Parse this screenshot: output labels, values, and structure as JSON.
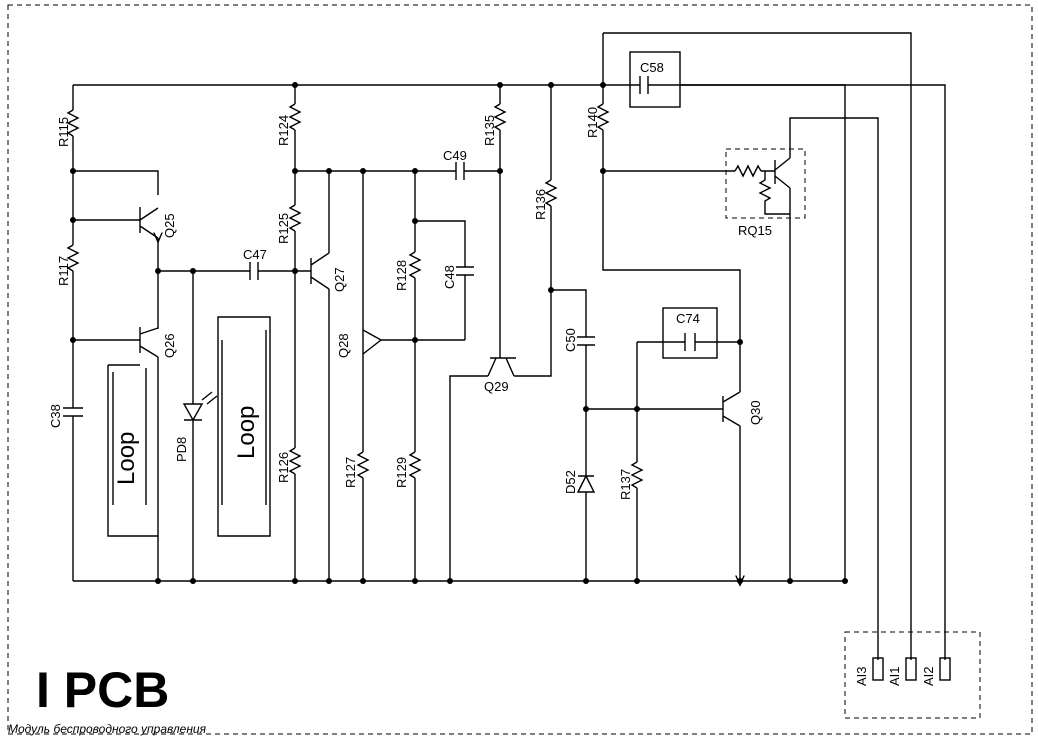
{
  "title": "I PCB",
  "subtitle": "Модуль беспроводного управления",
  "labels": {
    "R115": "R115",
    "R117": "R117",
    "C38": "C38",
    "Q25": "Q25",
    "Q26": "Q26",
    "PD8": "PD8",
    "C47": "C47",
    "R124": "R124",
    "R125": "R125",
    "R126": "R126",
    "Q27": "Q27",
    "Q28": "Q28",
    "R127": "R127",
    "R128": "R128",
    "R129": "R129",
    "C48": "C48",
    "C49": "C49",
    "R135": "R135",
    "Q29": "Q29",
    "R136": "R136",
    "C50": "C50",
    "D52": "D52",
    "R137": "R137",
    "R140": "R140",
    "C58": "C58",
    "RQ15": "RQ15",
    "C74": "C74",
    "Q30": "Q30",
    "AI3": "AI3",
    "AI1": "AI1",
    "AI2": "AI2"
  },
  "loops": [
    "Loop",
    "Loop"
  ]
}
